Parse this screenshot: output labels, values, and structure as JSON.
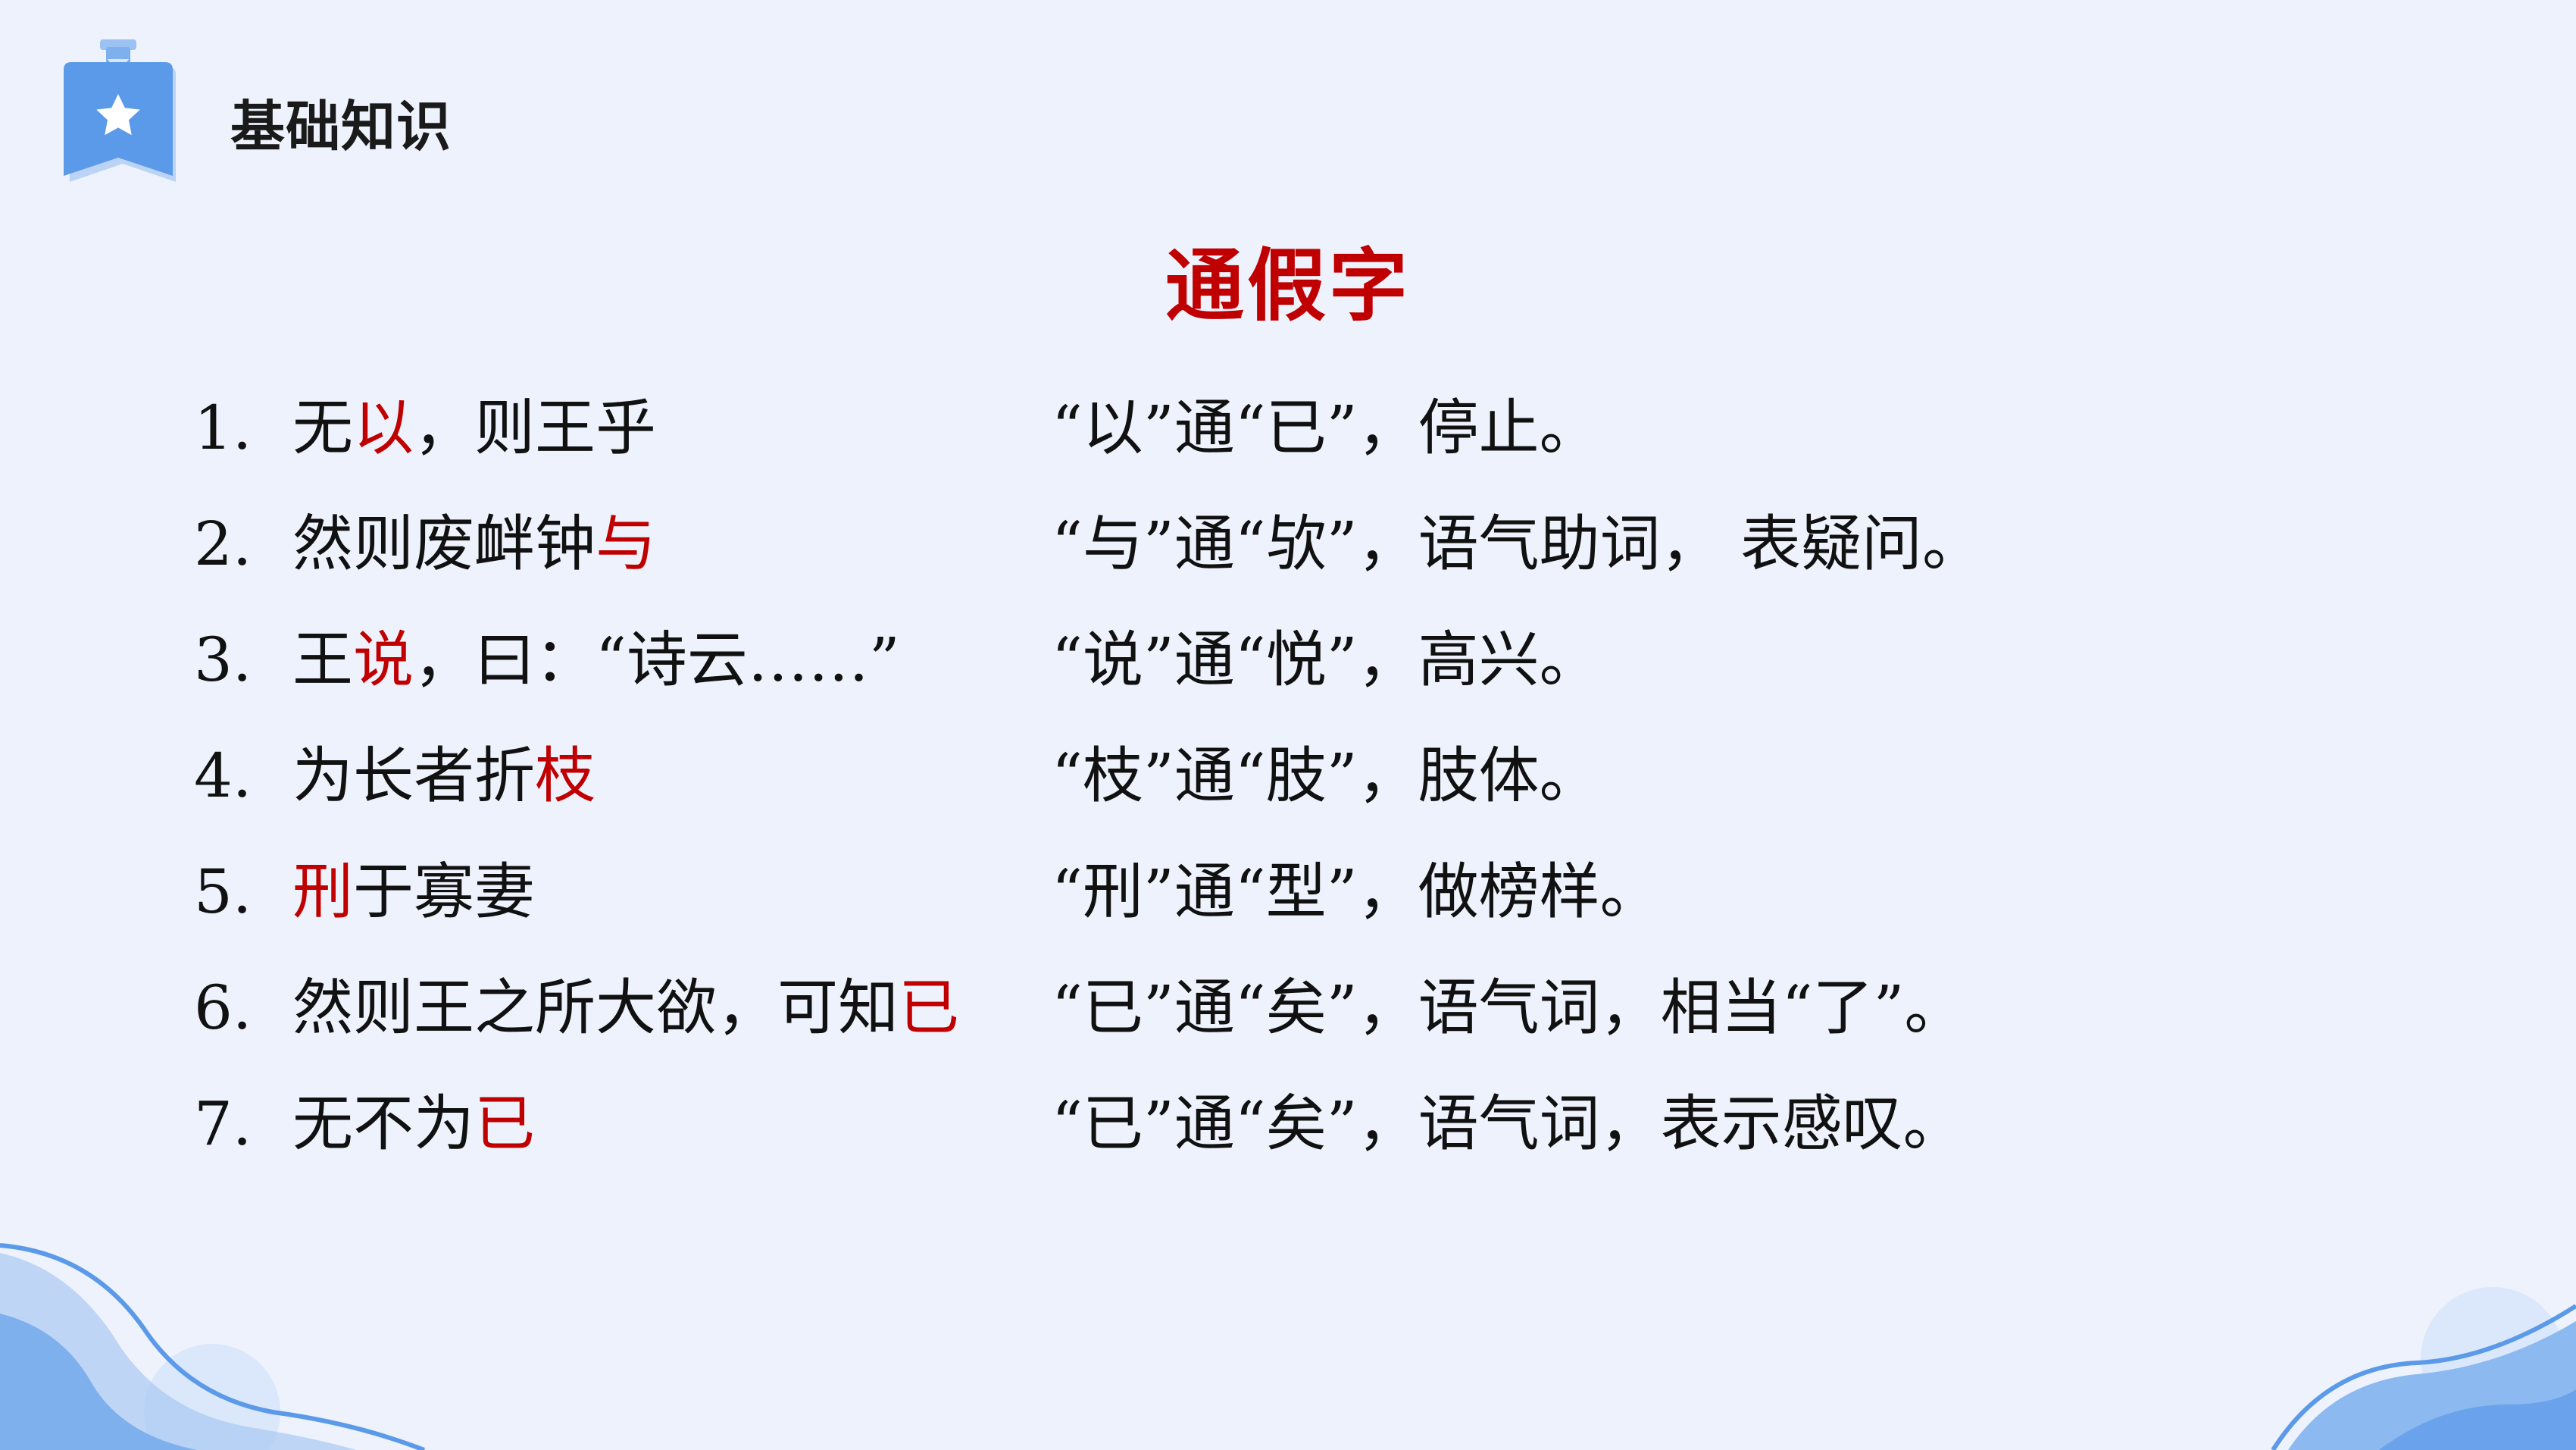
{
  "header": {
    "title": "基础知识",
    "badge_icon": "star-icon"
  },
  "main": {
    "title": "通假字"
  },
  "colors": {
    "accent_red": "#c00000",
    "badge_blue": "#5b9ae8",
    "wave_blue": "#8cbaf0",
    "background": "#eef2fc"
  },
  "entries": [
    {
      "num": "1.",
      "pre": "无",
      "hl": "以",
      "post": "，则王乎",
      "explain": "“以”通“已”，停止。"
    },
    {
      "num": "2.",
      "pre": "然则废衅钟",
      "hl": "与",
      "post": "",
      "explain": "“与”通“欤”，语气助词， 表疑问。"
    },
    {
      "num": "3.",
      "pre": "王",
      "hl": "说",
      "post": "，曰：“诗云……”",
      "explain": "“说”通“悦”，高兴。"
    },
    {
      "num": "4.",
      "pre": "为长者折",
      "hl": "枝",
      "post": "",
      "explain": "“枝”通“肢”，肢体。"
    },
    {
      "num": "5.",
      "pre": "",
      "hl": "刑",
      "post": "于寡妻",
      "explain": "“刑”通“型”，做榜样。"
    },
    {
      "num": "6.",
      "pre": "然则王之所大欲，可知",
      "hl": "已",
      "post": "",
      "explain": "“已”通“矣”，语气词，相当“了”。"
    },
    {
      "num": "7.",
      "pre": "无不为",
      "hl": "已",
      "post": "",
      "explain": "“已”通“矣”，语气词，表示感叹。"
    }
  ]
}
